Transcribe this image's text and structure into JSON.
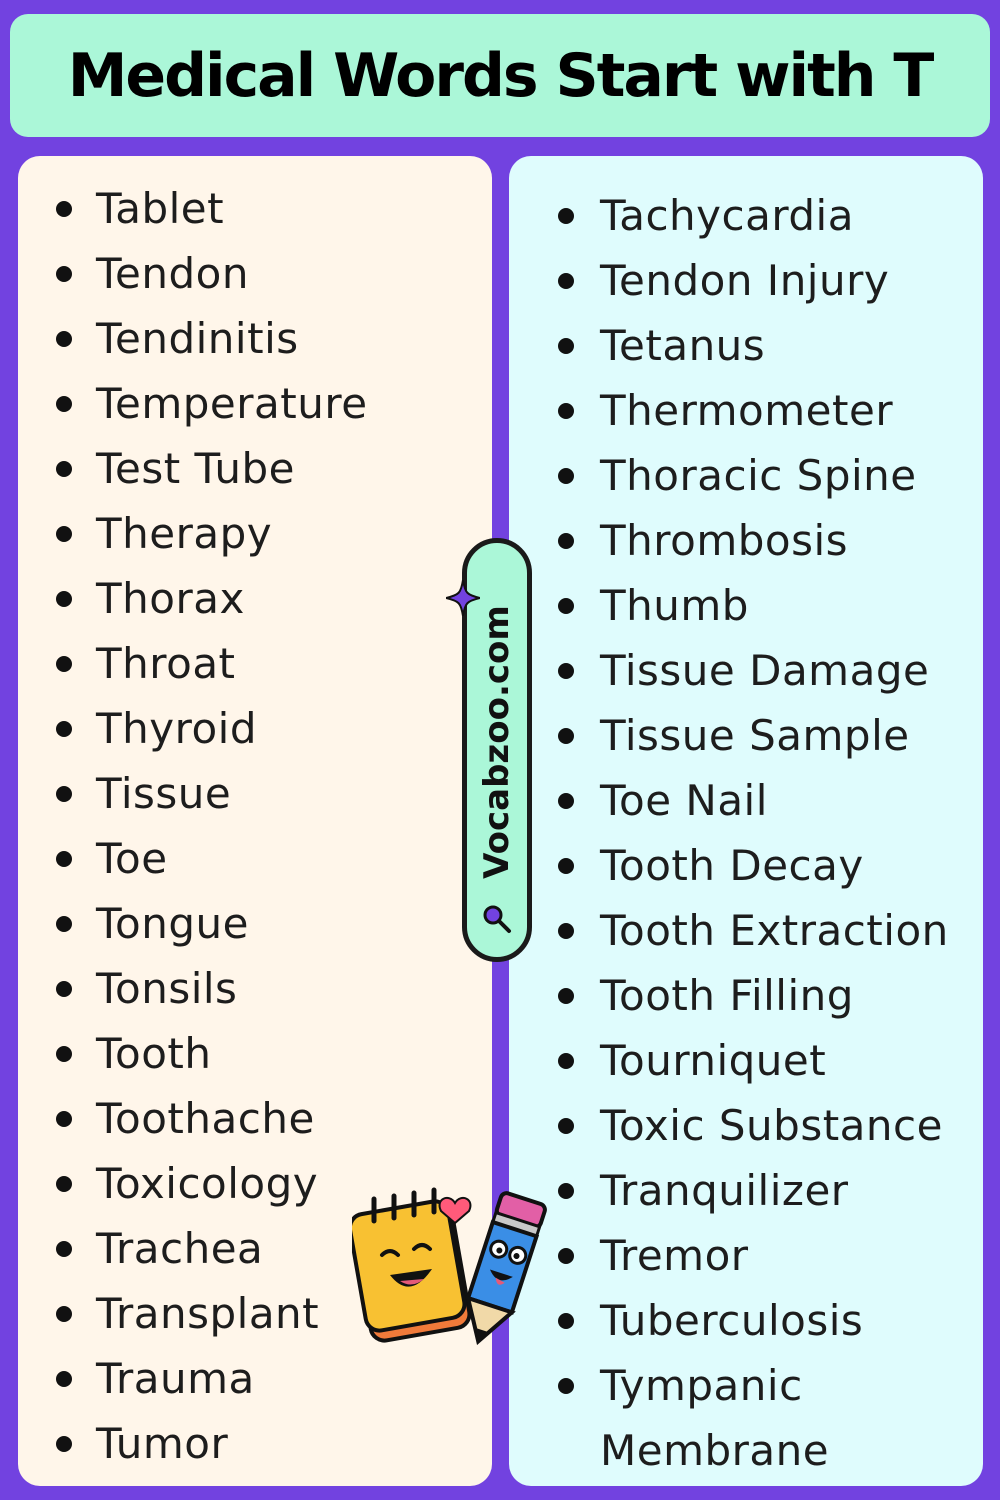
{
  "title": "Medical Words Start with T",
  "watermark": "Vocabzoo.com",
  "left_words": [
    "Tablet",
    "Tendon",
    "Tendinitis",
    "Temperature",
    "Test Tube",
    "Therapy",
    "Thorax",
    "Throat",
    "Thyroid",
    "Tissue",
    "Toe",
    "Tongue",
    "Tonsils",
    "Tooth",
    "Toothache",
    "Toxicology",
    "Trachea",
    "Transplant",
    "Trauma",
    "Tumor"
  ],
  "right_words": [
    "Tachycardia",
    "Tendon Injury",
    "Tetanus",
    "Thermometer",
    "Thoracic Spine",
    "Thrombosis",
    "Thumb",
    "Tissue Damage",
    "Tissue Sample",
    "Toe Nail",
    "Tooth Decay",
    "Tooth Extraction",
    "Tooth Filling",
    "Tourniquet",
    "Toxic Substance",
    "Tranquilizer",
    "Tremor",
    "Tuberculosis",
    "Tympanic Membrane"
  ],
  "colors": {
    "background": "#7242e0",
    "title_bg": "#abf7d8",
    "left_panel": "#fff6ea",
    "right_panel": "#dffcfd"
  },
  "icons": [
    "sparkle-icon",
    "search-icon",
    "notepad-mascot",
    "pencil-mascot",
    "heart-icon"
  ]
}
